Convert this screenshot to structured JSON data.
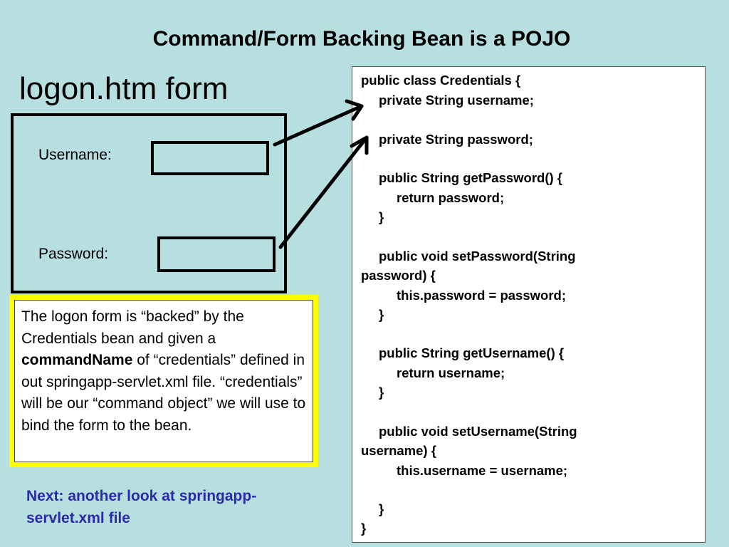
{
  "title": "Command/Form Backing Bean is a POJO",
  "form_panel": {
    "heading": "logon.htm form",
    "username_label": "Username:",
    "password_label": "Password:"
  },
  "description": {
    "part1": "The logon form is “backed” by the Credentials bean and given a ",
    "bold": "commandName",
    "part2": " of “credentials” defined in out springapp-servlet.xml file. “credentials” will be our “command object” we will use to bind the form to the bean."
  },
  "next_note": "Next: another look at springapp-servlet.xml file",
  "code_lines": [
    "public class Credentials {",
    "private String username;",
    "private String password;",
    "public String getPassword() {",
    "return password;",
    "}",
    "public void setPassword(String",
    "password) {",
    "this.password = password;",
    "}",
    "public String getUsername() {",
    "return username;",
    "}",
    "public void setUsername(String",
    "username) {",
    "this.username = username;",
    "}",
    "}"
  ],
  "colors": {
    "background": "#b8dfe0",
    "highlight_border": "#ffff00",
    "next_note_text": "#2b2ba8"
  }
}
